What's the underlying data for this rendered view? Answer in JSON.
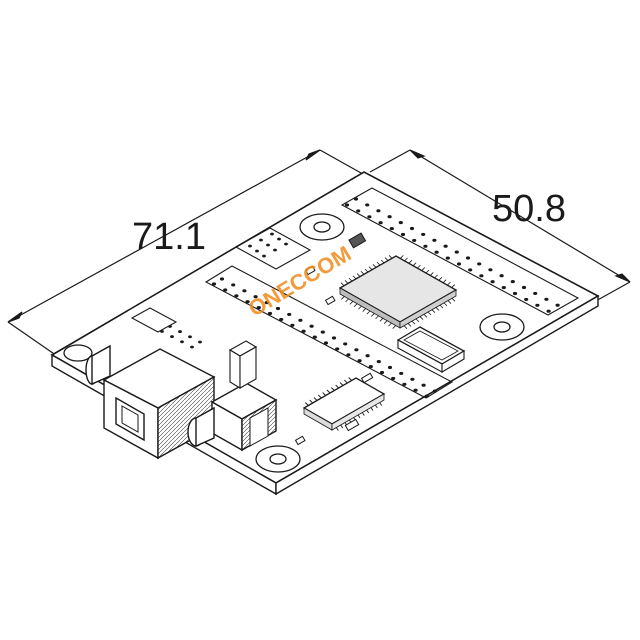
{
  "dimensions": {
    "length": "71.1",
    "width": "50.8"
  },
  "watermark": {
    "text": "ONECCOM"
  },
  "colors": {
    "line": "#1a1a1a",
    "board": "#ffffff",
    "chip": "#e6e6e6",
    "watermark": "#f08a1c"
  }
}
